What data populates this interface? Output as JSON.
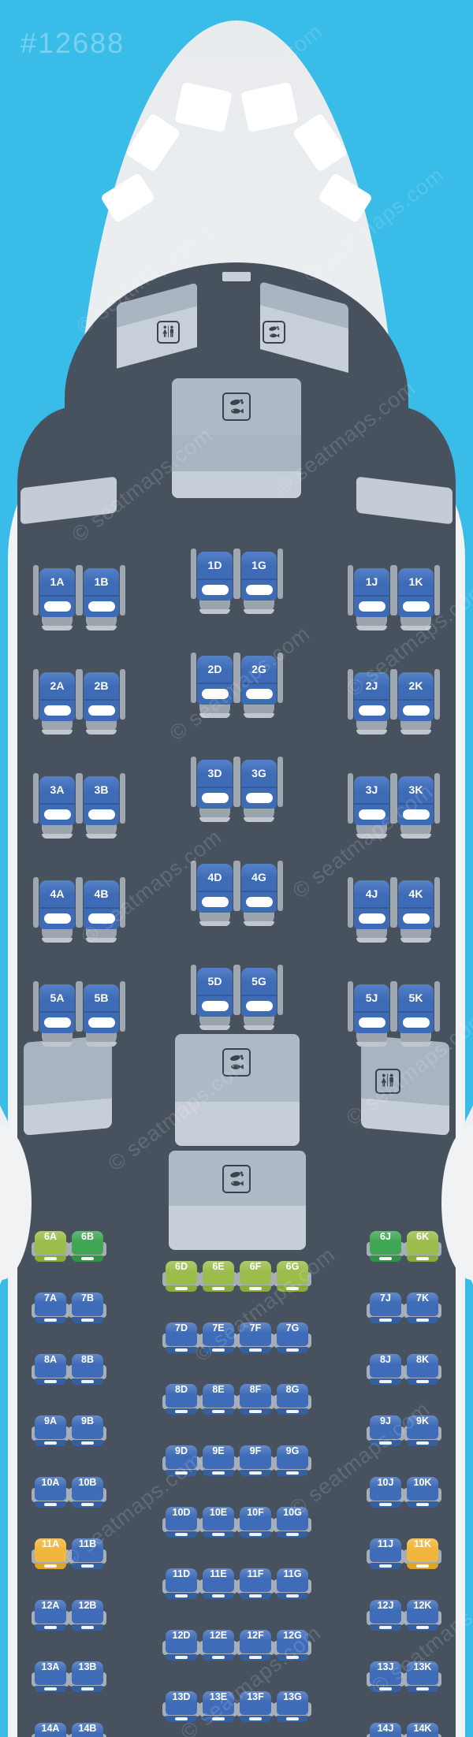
{
  "meta": {
    "map_id": "#12688",
    "site_watermark": "© seatmaps.com"
  },
  "colors": {
    "sky": "#3ABCE8",
    "fuselage": "#F0F2F4",
    "cabin": "#47525E",
    "seat_blue": "#3E6CB8",
    "seat_green": "#3FA653",
    "seat_lime": "#9CBD4B",
    "seat_yellow": "#F1B63C",
    "monument": "#AEBAC6",
    "monument_light": "#C6CFD8"
  },
  "icons": {
    "lavatory": "lavatory-icon",
    "meal": "meal-icon"
  },
  "aircraft": {
    "cabins": [
      {
        "type": "business",
        "rows": [
          {
            "row": 1,
            "seats": [
              {
                "id": "1A",
                "color": "blue"
              },
              {
                "id": "1B",
                "color": "blue"
              },
              {
                "id": "1D",
                "color": "blue"
              },
              {
                "id": "1G",
                "color": "blue"
              },
              {
                "id": "1J",
                "color": "blue"
              },
              {
                "id": "1K",
                "color": "blue"
              }
            ]
          },
          {
            "row": 2,
            "seats": [
              {
                "id": "2A",
                "color": "blue"
              },
              {
                "id": "2B",
                "color": "blue"
              },
              {
                "id": "2D",
                "color": "blue"
              },
              {
                "id": "2G",
                "color": "blue"
              },
              {
                "id": "2J",
                "color": "blue"
              },
              {
                "id": "2K",
                "color": "blue"
              }
            ]
          },
          {
            "row": 3,
            "seats": [
              {
                "id": "3A",
                "color": "blue"
              },
              {
                "id": "3B",
                "color": "blue"
              },
              {
                "id": "3D",
                "color": "blue"
              },
              {
                "id": "3G",
                "color": "blue"
              },
              {
                "id": "3J",
                "color": "blue"
              },
              {
                "id": "3K",
                "color": "blue"
              }
            ]
          },
          {
            "row": 4,
            "seats": [
              {
                "id": "4A",
                "color": "blue"
              },
              {
                "id": "4B",
                "color": "blue"
              },
              {
                "id": "4D",
                "color": "blue"
              },
              {
                "id": "4G",
                "color": "blue"
              },
              {
                "id": "4J",
                "color": "blue"
              },
              {
                "id": "4K",
                "color": "blue"
              }
            ]
          },
          {
            "row": 5,
            "seats": [
              {
                "id": "5A",
                "color": "blue"
              },
              {
                "id": "5B",
                "color": "blue"
              },
              {
                "id": "5D",
                "color": "blue"
              },
              {
                "id": "5G",
                "color": "blue"
              },
              {
                "id": "5J",
                "color": "blue"
              },
              {
                "id": "5K",
                "color": "blue"
              }
            ]
          }
        ]
      },
      {
        "type": "economy",
        "rows": [
          {
            "row": 6,
            "seats": [
              {
                "id": "6A",
                "color": "lime"
              },
              {
                "id": "6B",
                "color": "green"
              },
              {
                "id": "6D",
                "color": "lime"
              },
              {
                "id": "6E",
                "color": "lime"
              },
              {
                "id": "6F",
                "color": "lime"
              },
              {
                "id": "6G",
                "color": "lime"
              },
              {
                "id": "6J",
                "color": "green"
              },
              {
                "id": "6K",
                "color": "lime"
              }
            ]
          },
          {
            "row": 7,
            "seats": [
              {
                "id": "7A",
                "color": "blue"
              },
              {
                "id": "7B",
                "color": "blue"
              },
              {
                "id": "7D",
                "color": "blue"
              },
              {
                "id": "7E",
                "color": "blue"
              },
              {
                "id": "7F",
                "color": "blue"
              },
              {
                "id": "7G",
                "color": "blue"
              },
              {
                "id": "7J",
                "color": "blue"
              },
              {
                "id": "7K",
                "color": "blue"
              }
            ]
          },
          {
            "row": 8,
            "seats": [
              {
                "id": "8A",
                "color": "blue"
              },
              {
                "id": "8B",
                "color": "blue"
              },
              {
                "id": "8D",
                "color": "blue"
              },
              {
                "id": "8E",
                "color": "blue"
              },
              {
                "id": "8F",
                "color": "blue"
              },
              {
                "id": "8G",
                "color": "blue"
              },
              {
                "id": "8J",
                "color": "blue"
              },
              {
                "id": "8K",
                "color": "blue"
              }
            ]
          },
          {
            "row": 9,
            "seats": [
              {
                "id": "9A",
                "color": "blue"
              },
              {
                "id": "9B",
                "color": "blue"
              },
              {
                "id": "9D",
                "color": "blue"
              },
              {
                "id": "9E",
                "color": "blue"
              },
              {
                "id": "9F",
                "color": "blue"
              },
              {
                "id": "9G",
                "color": "blue"
              },
              {
                "id": "9J",
                "color": "blue"
              },
              {
                "id": "9K",
                "color": "blue"
              }
            ]
          },
          {
            "row": 10,
            "seats": [
              {
                "id": "10A",
                "color": "blue"
              },
              {
                "id": "10B",
                "color": "blue"
              },
              {
                "id": "10D",
                "color": "blue"
              },
              {
                "id": "10E",
                "color": "blue"
              },
              {
                "id": "10F",
                "color": "blue"
              },
              {
                "id": "10G",
                "color": "blue"
              },
              {
                "id": "10J",
                "color": "blue"
              },
              {
                "id": "10K",
                "color": "blue"
              }
            ]
          },
          {
            "row": 11,
            "seats": [
              {
                "id": "11A",
                "color": "yellow"
              },
              {
                "id": "11B",
                "color": "blue"
              },
              {
                "id": "11D",
                "color": "blue"
              },
              {
                "id": "11E",
                "color": "blue"
              },
              {
                "id": "11F",
                "color": "blue"
              },
              {
                "id": "11G",
                "color": "blue"
              },
              {
                "id": "11J",
                "color": "blue"
              },
              {
                "id": "11K",
                "color": "yellow"
              }
            ]
          },
          {
            "row": 12,
            "seats": [
              {
                "id": "12A",
                "color": "blue"
              },
              {
                "id": "12B",
                "color": "blue"
              },
              {
                "id": "12D",
                "color": "blue"
              },
              {
                "id": "12E",
                "color": "blue"
              },
              {
                "id": "12F",
                "color": "blue"
              },
              {
                "id": "12G",
                "color": "blue"
              },
              {
                "id": "12J",
                "color": "blue"
              },
              {
                "id": "12K",
                "color": "blue"
              }
            ]
          },
          {
            "row": 13,
            "seats": [
              {
                "id": "13A",
                "color": "blue"
              },
              {
                "id": "13B",
                "color": "blue"
              },
              {
                "id": "13D",
                "color": "blue"
              },
              {
                "id": "13E",
                "color": "blue"
              },
              {
                "id": "13F",
                "color": "blue"
              },
              {
                "id": "13G",
                "color": "blue"
              },
              {
                "id": "13J",
                "color": "blue"
              },
              {
                "id": "13K",
                "color": "blue"
              }
            ]
          },
          {
            "row": 14,
            "seats": [
              {
                "id": "14A",
                "color": "blue"
              },
              {
                "id": "14B",
                "color": "blue"
              },
              {
                "id": "14J",
                "color": "blue"
              },
              {
                "id": "14K",
                "color": "blue"
              }
            ]
          }
        ]
      }
    ]
  }
}
